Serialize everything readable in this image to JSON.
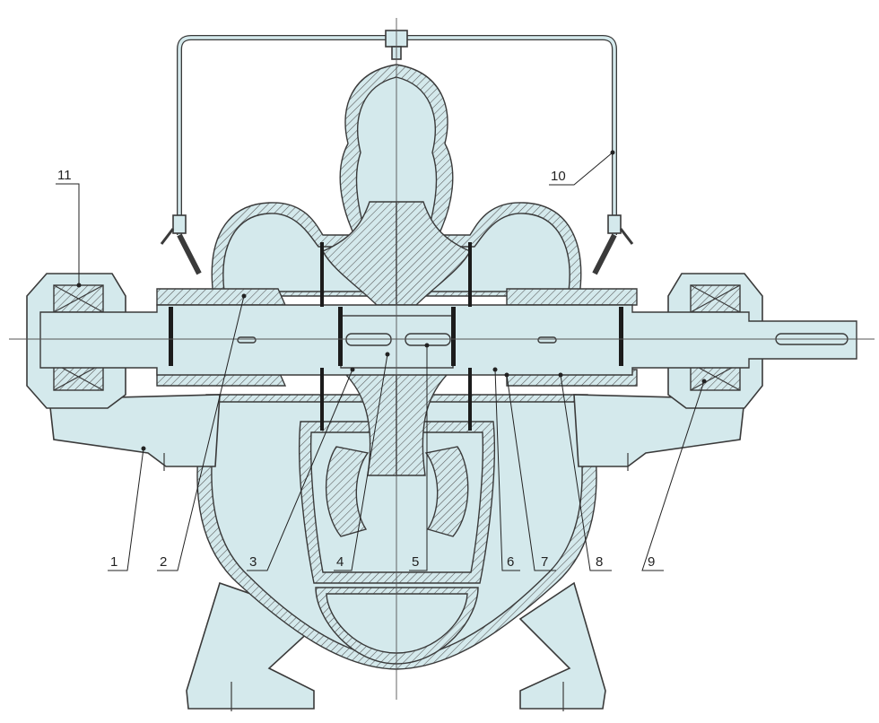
{
  "labels": [
    {
      "id": "1",
      "text": "1"
    },
    {
      "id": "2",
      "text": "2"
    },
    {
      "id": "3",
      "text": "3"
    },
    {
      "id": "4",
      "text": "4"
    },
    {
      "id": "5",
      "text": "5"
    },
    {
      "id": "6",
      "text": "6"
    },
    {
      "id": "7",
      "text": "7"
    },
    {
      "id": "8",
      "text": "8"
    },
    {
      "id": "9",
      "text": "9"
    },
    {
      "id": "10",
      "text": "10"
    },
    {
      "id": "11",
      "text": "11"
    }
  ],
  "colors": {
    "fill": "#d4e9ec",
    "outline": "#3a3a3a",
    "hatch": "#555555"
  }
}
